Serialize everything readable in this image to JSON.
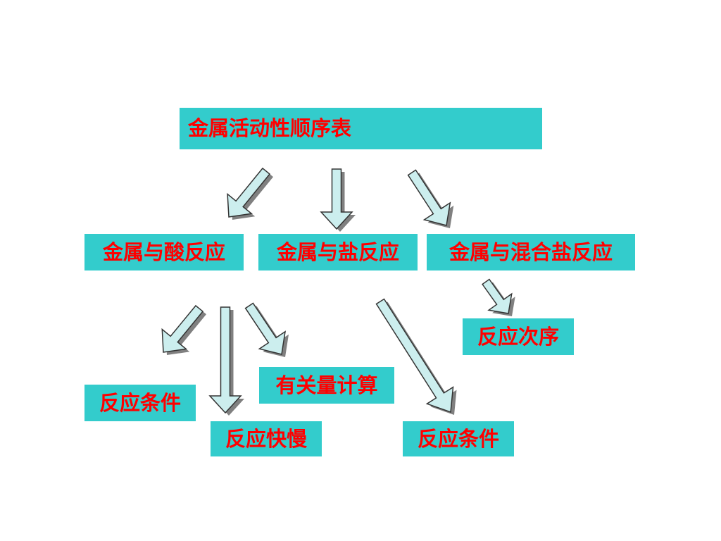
{
  "diagram": {
    "root": {
      "label": "金属活动性顺序表"
    },
    "branches": [
      {
        "label": "金属与酸反应"
      },
      {
        "label": "金属与盐反应"
      },
      {
        "label": "金属与混合盐反应"
      }
    ],
    "leaves": [
      {
        "label": "反应条件"
      },
      {
        "label": "反应快慢"
      },
      {
        "label": "有关量计算"
      },
      {
        "label": "反应条件"
      },
      {
        "label": "反应次序"
      }
    ],
    "colors": {
      "box_fill": "#33cccc",
      "text": "#ff0000",
      "arrow_fill": "#cceeee",
      "arrow_stroke": "#333333",
      "arrow_shadow": "#808080"
    }
  }
}
